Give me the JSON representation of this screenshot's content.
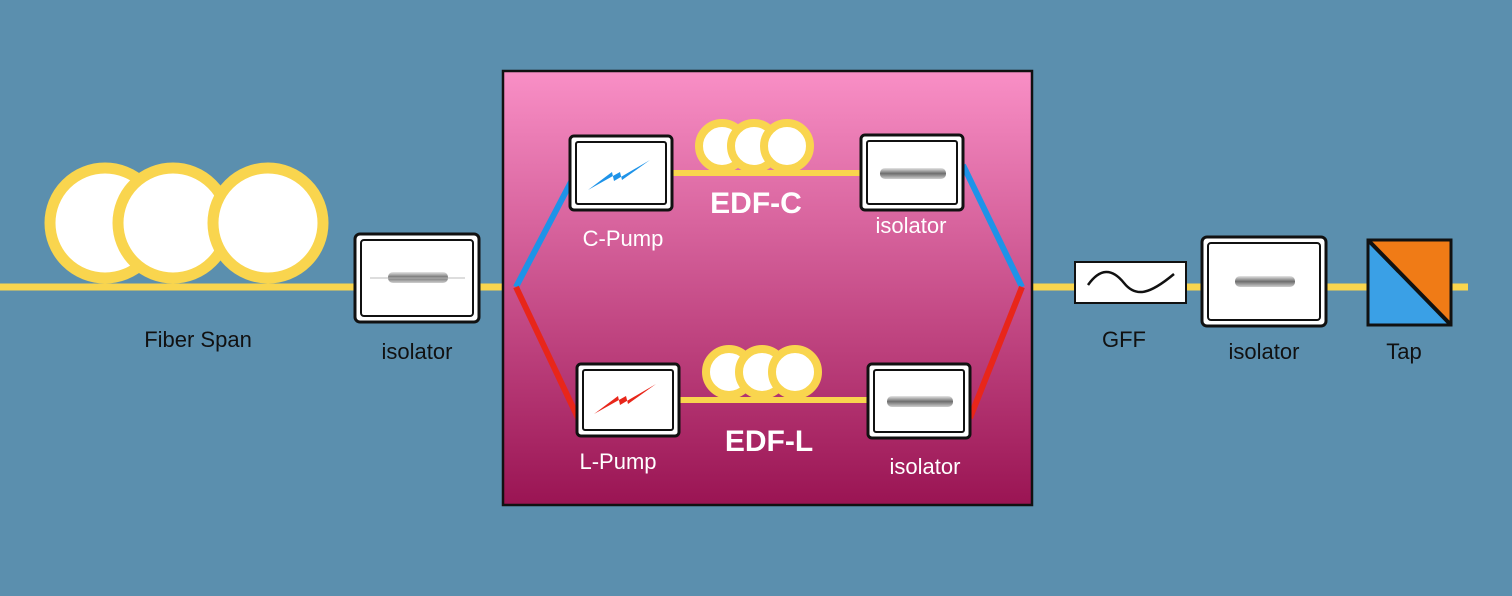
{
  "diagram": {
    "labels": {
      "fiber_span": "Fiber Span",
      "isolator_in": "isolator",
      "c_pump": "C-Pump",
      "edf_c": "EDF-C",
      "isolator_c": "isolator",
      "l_pump": "L-Pump",
      "edf_l": "EDF-L",
      "isolator_l": "isolator",
      "gff": "GFF",
      "isolator_out": "isolator",
      "tap": "Tap"
    },
    "colors": {
      "background": "#5b8fae",
      "fiber": "#f9d54e",
      "amplifier_top": "#f98fc6",
      "amplifier_bottom": "#9a1453",
      "c_band": "#1e93e8",
      "l_band": "#e8261a",
      "tap_orange": "#f07b16",
      "tap_blue": "#3aa0e6"
    }
  }
}
